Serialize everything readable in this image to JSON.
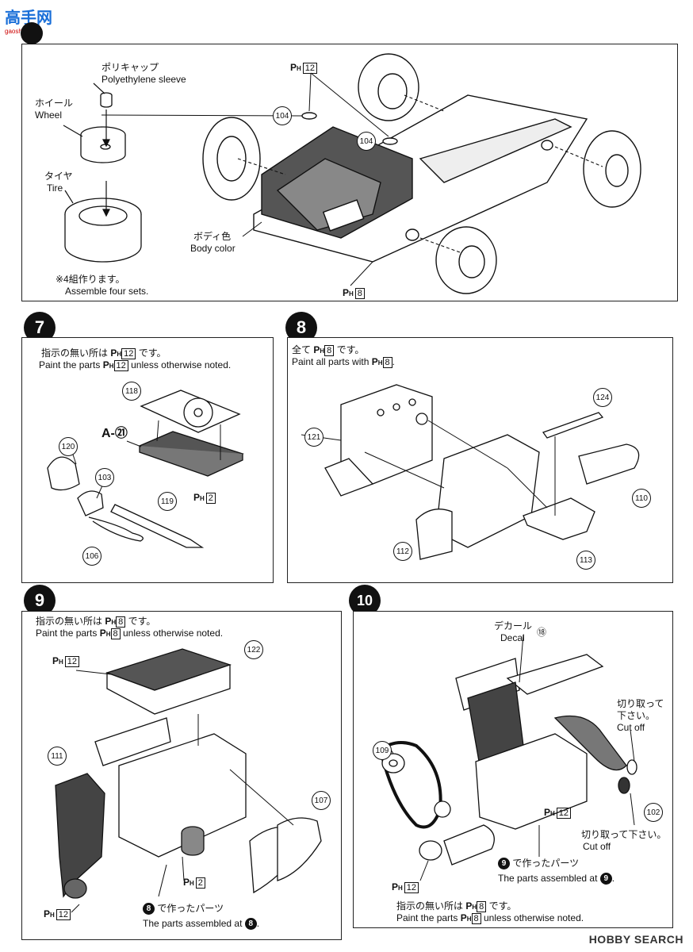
{
  "header": {
    "logo_text": "高手网",
    "logo_sub": "gaoshou.com"
  },
  "step6": {
    "polycap_jp": "ポリキャップ",
    "polycap_en": "Polyethylene sleeve",
    "wheel_jp": "ホイール",
    "wheel_en": "Wheel",
    "tire_jp": "タイヤ",
    "tire_en": "Tire",
    "note_jp": "※4組作ります。",
    "note_en": "Assemble four sets.",
    "body_jp": "ボディ色",
    "body_en": "Body color",
    "ph12": "12",
    "ph8": "8",
    "n104a": "104",
    "n104b": "104"
  },
  "step7": {
    "number": "7",
    "note_jp": "指示の無い所は",
    "note_jp2": "です。",
    "note_en_pre": "Paint the parts",
    "note_en_post": "unless otherwise noted.",
    "ph_main": "12",
    "label_a21": "A-㉑",
    "ph2": "2",
    "n118": "118",
    "n120": "120",
    "n103": "103",
    "n119": "119",
    "n106": "106"
  },
  "step8": {
    "number": "8",
    "note_jp": "全て",
    "note_jp2": "です。",
    "note_en_pre": "Paint all parts with",
    "ph_main": "8",
    "n121": "121",
    "n124": "124",
    "n110": "110",
    "n112": "112",
    "n113": "113"
  },
  "step9": {
    "number": "9",
    "note_jp": "指示の無い所は",
    "note_jp2": "です。",
    "note_en_pre": "Paint the parts",
    "note_en_post": "unless otherwise noted.",
    "ph_main": "8",
    "ph12a": "12",
    "ph12b": "12",
    "ph2": "2",
    "n122": "122",
    "n111": "111",
    "n107": "107",
    "made_jp": "で作ったパーツ",
    "made_en": "The parts assembled at",
    "ref": "8"
  },
  "step10": {
    "number": "10",
    "decal_jp": "デカール",
    "decal_en": "Decal",
    "decal_num": "⑱",
    "cut1_jp1": "切り取って",
    "cut1_jp2": "下さい。",
    "cut1_en": "Cut off",
    "cut2_jp": "切り取って下さい。",
    "cut2_en": "Cut off",
    "n109": "109",
    "n102": "102",
    "ph12a": "12",
    "ph12b": "12",
    "made_jp": "で作ったパーツ",
    "made_en": "The parts assembled at",
    "ref": "9",
    "note_jp": "指示の無い所は",
    "note_jp2": "です。",
    "note_en_pre": "Paint the parts",
    "note_en_post": "unless otherwise noted.",
    "ph_main": "8"
  },
  "footer": {
    "watermark": "HOBBY SEARCH"
  }
}
